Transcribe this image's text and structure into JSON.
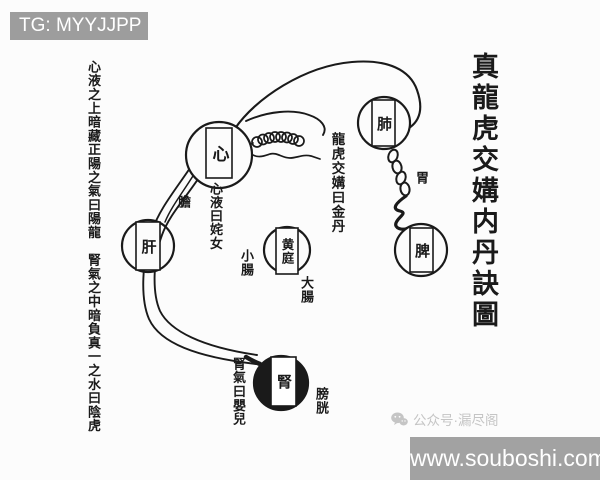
{
  "badges": {
    "telegram": "TG: MYYJJPP",
    "wechat": "公众号·漏尽阁",
    "website": "www.souboshi.com"
  },
  "title": "真龍虎交媾内丹訣圖",
  "annotations": {
    "left_verse": "心液之上暗藏正陽之氣曰陽龍　腎氣之中暗負真一之水曰陰虎",
    "heart_fluid": "心液曰姹女",
    "gallbladder": "膽",
    "golden_elixir": "龍虎交媾曰金丹",
    "stomach": "胃",
    "small_intestine": "小腸",
    "large_intestine": "大腸",
    "kidney_qi": "腎氣曰嬰兒",
    "bladder": "膀胱"
  },
  "organs": {
    "heart": "心",
    "lung": "肺",
    "liver": "肝",
    "spleen": "脾",
    "yellow_court": "黄庭",
    "kidney": "腎"
  },
  "colors": {
    "ink": "#1a1a1a",
    "paper": "#fcfcfc",
    "badge_bg": "#9d9d9d",
    "site_bar_bg": "#a2a2a2",
    "watermark_gray": "#c5c5c5"
  }
}
